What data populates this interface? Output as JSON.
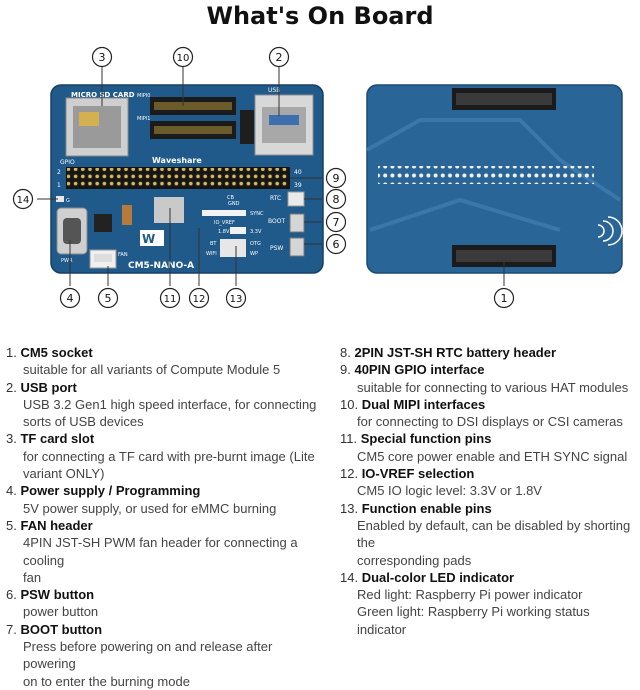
{
  "title": "What's On Board",
  "board": {
    "silk_micro_sd": "MICRO SD CARD",
    "silk_mipi0": "MIPI0",
    "silk_mipi1": "MIPI1",
    "silk_usb": "USB",
    "silk_gpio": "GPIO",
    "silk_brand": "Waveshare",
    "silk_rtc": "RTC",
    "silk_boot": "BOOT",
    "silk_psw": "PSW",
    "silk_model": "CM5-NANO-A",
    "silk_pin2": "2",
    "silk_pin40": "40",
    "silk_pin1": "1",
    "silk_pin39": "39",
    "silk_g": "G",
    "silk_pwr": "PWR",
    "silk_fan": "FAN",
    "silk_gnd": "GND",
    "silk_sync": "SYNC",
    "silk_iovref": "IO_VREF",
    "silk_18v": "1.8V",
    "silk_33v": "3.3V",
    "silk_bt": "BT",
    "silk_otg": "OTG",
    "silk_wifi": "WIFI",
    "silk_wp": "WP",
    "silk_cb": "CB"
  },
  "callouts": [
    "1",
    "2",
    "3",
    "4",
    "5",
    "6",
    "7",
    "8",
    "9",
    "10",
    "11",
    "12",
    "13",
    "14"
  ],
  "features_left": [
    {
      "num": "1.",
      "name": "CM5 socket",
      "desc": [
        "suitable for all variants of Compute Module 5"
      ]
    },
    {
      "num": "2.",
      "name": "USB port",
      "desc": [
        "USB 3.2 Gen1 high speed interface, for connecting",
        "sorts of USB devices"
      ]
    },
    {
      "num": "3.",
      "name": "TF card slot",
      "desc": [
        "for connecting a TF card with pre-burnt image (Lite",
        "variant ONLY)"
      ]
    },
    {
      "num": "4.",
      "name": "Power supply / Programming",
      "desc": [
        "5V power supply, or used for eMMC burning"
      ]
    },
    {
      "num": "5.",
      "name": "FAN header",
      "desc": [
        "4PIN JST-SH PWM fan header for connecting a cooling",
        "fan"
      ]
    },
    {
      "num": "6.",
      "name": "PSW button",
      "desc": [
        "power button"
      ]
    },
    {
      "num": "7.",
      "name": "BOOT button",
      "desc": [
        "Press before powering on and release after powering",
        "on to enter the burning mode"
      ]
    }
  ],
  "features_right": [
    {
      "num": "8.",
      "name": "2PIN JST-SH RTC battery header",
      "desc": []
    },
    {
      "num": "9.",
      "name": "40PIN GPIO interface",
      "desc": [
        "suitable for connecting to various HAT modules"
      ]
    },
    {
      "num": "10.",
      "name": "Dual MIPI interfaces",
      "desc": [
        "for connecting to DSI displays or CSI cameras"
      ]
    },
    {
      "num": "11.",
      "name": "Special function pins",
      "desc": [
        "CM5 core power enable and ETH SYNC signal"
      ]
    },
    {
      "num": "12.",
      "name": "IO-VREF selection",
      "desc": [
        "CM5 IO logic level: 3.3V or 1.8V"
      ]
    },
    {
      "num": "13.",
      "name": "Function enable pins",
      "desc": [
        "Enabled by default, can be disabled by shorting the",
        "corresponding pads"
      ]
    },
    {
      "num": "14.",
      "name": "Dual-color LED indicator",
      "desc": [
        "Red light: Raspberry Pi power indicator",
        "Green light: Raspberry Pi working status indicator"
      ]
    }
  ],
  "colors": {
    "pcb": "#1f5a8a",
    "pcb_back": "#2a6598",
    "header_pin": "#c8a64a",
    "connector": "#1b1b1b",
    "callout_stroke": "#222"
  }
}
